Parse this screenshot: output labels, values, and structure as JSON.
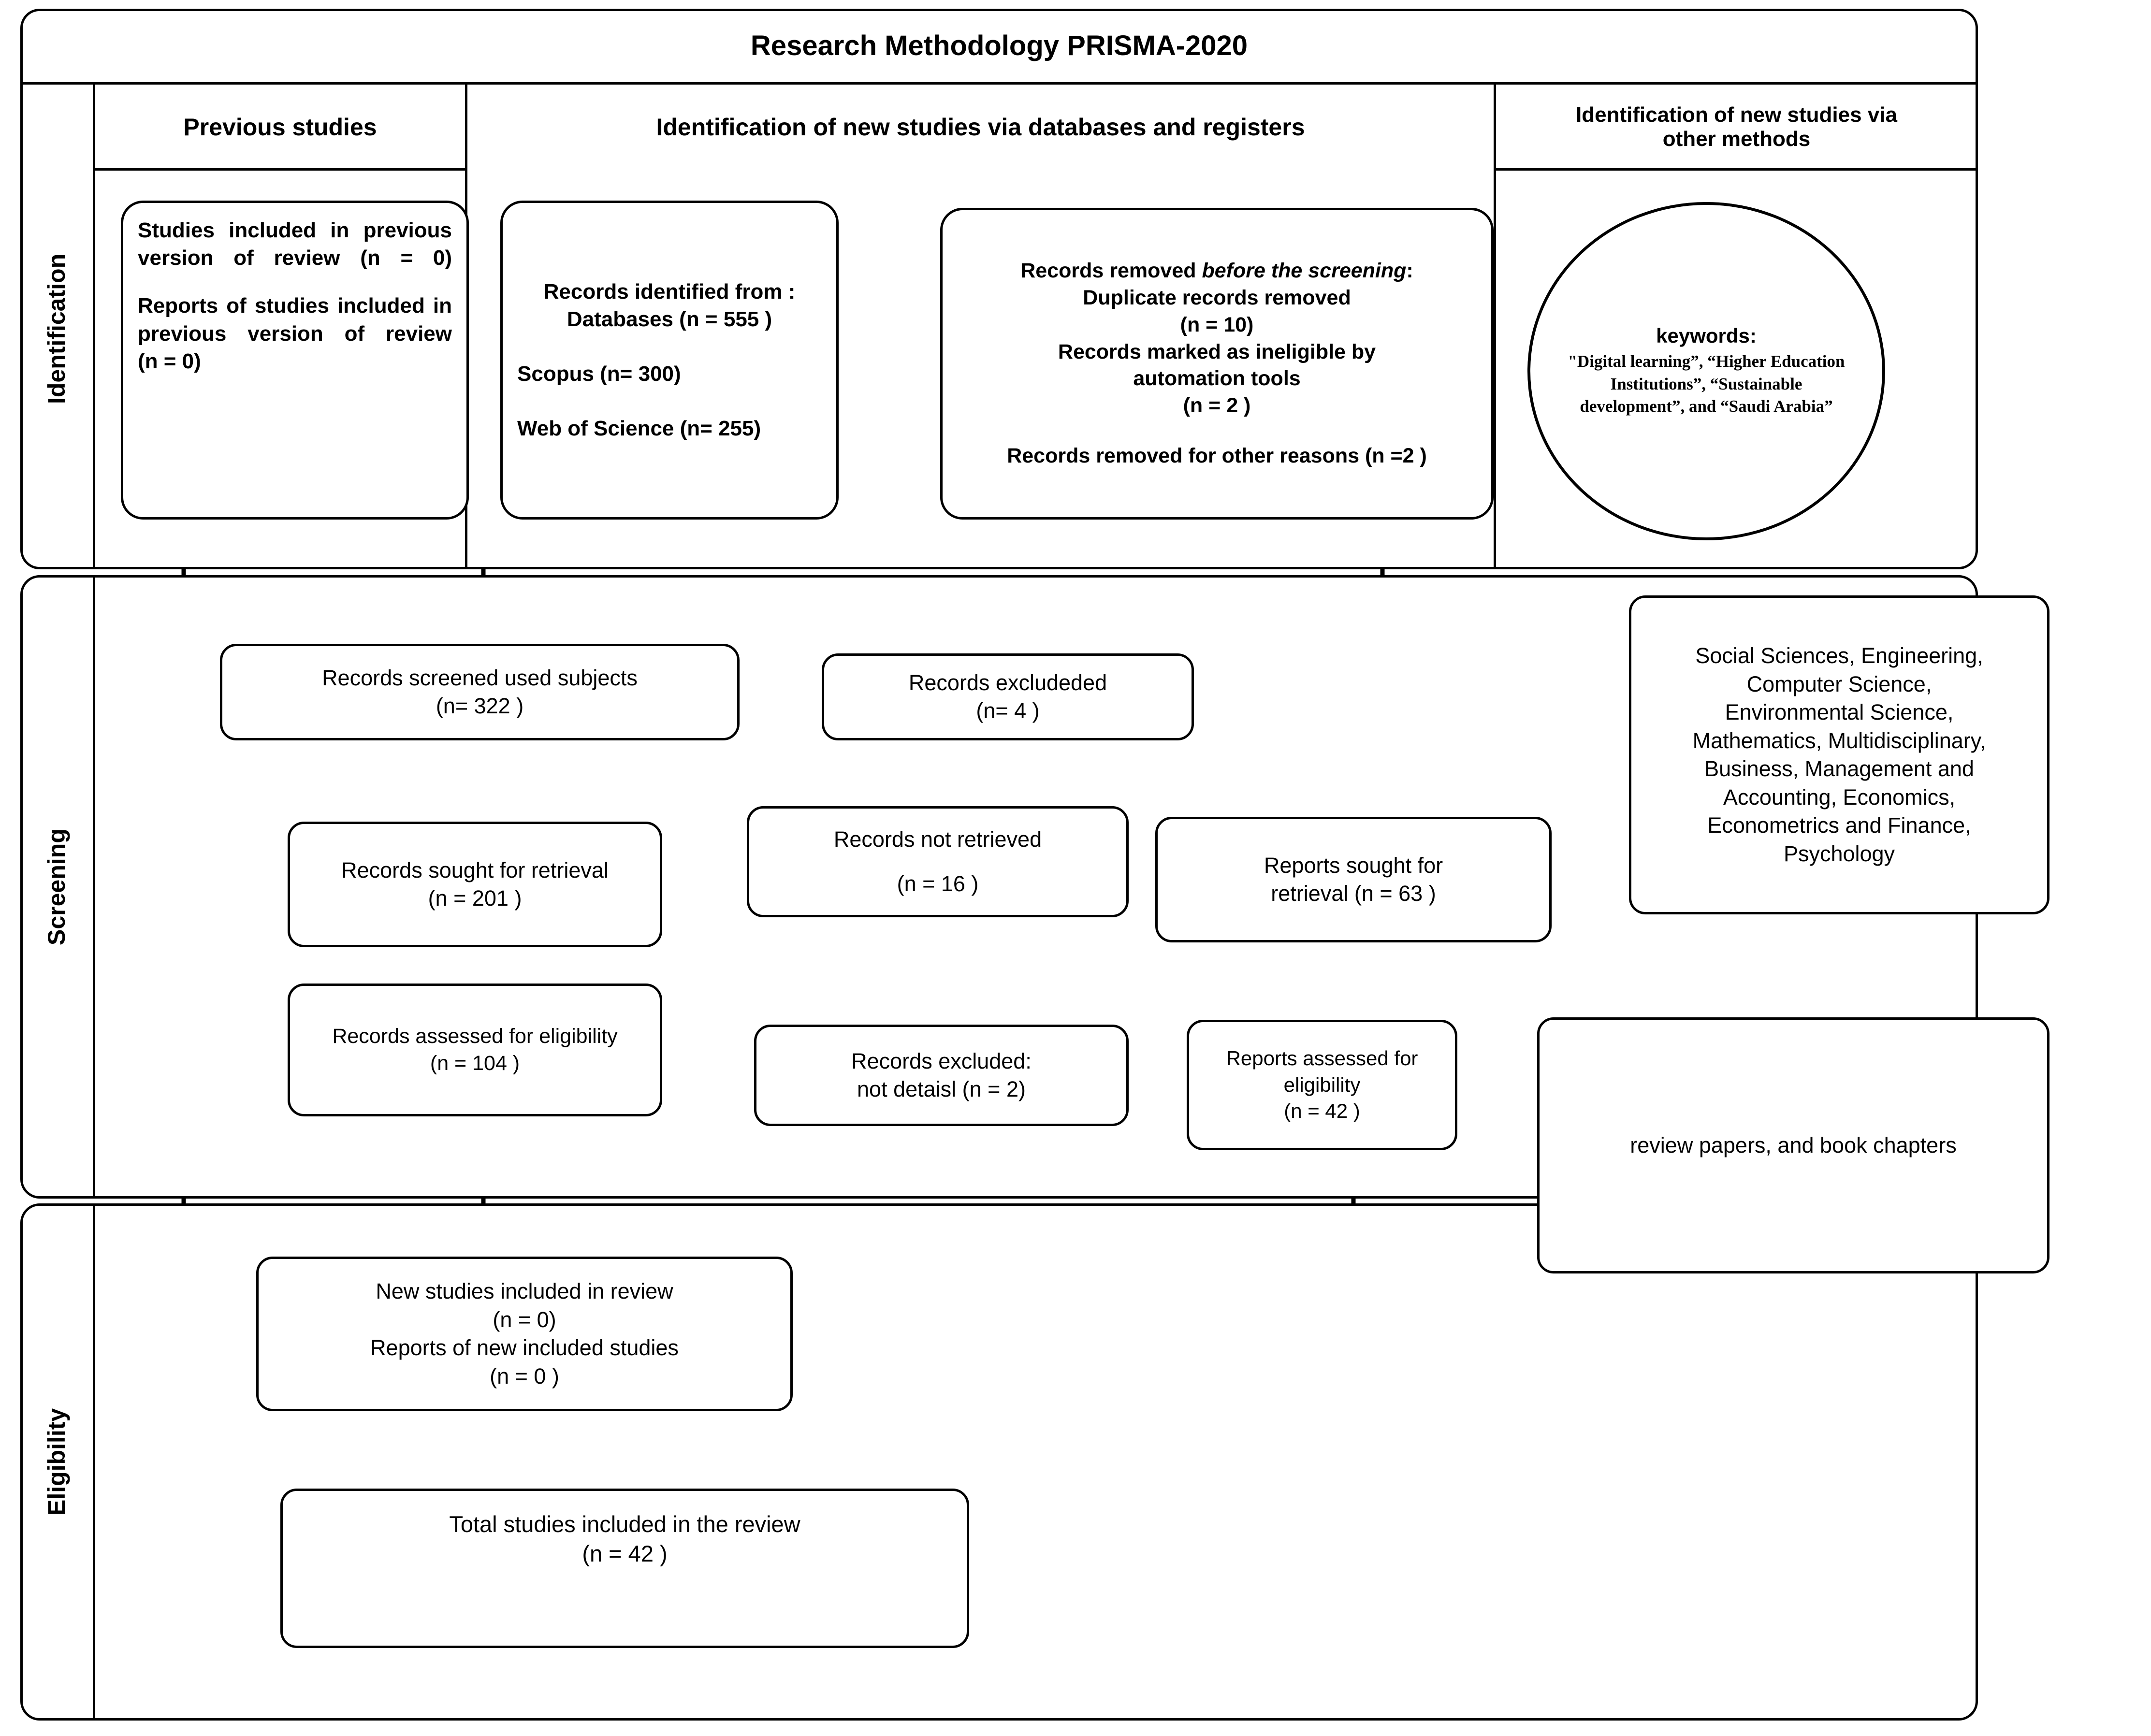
{
  "diagram": {
    "title": "Research Methodology PRISMA-2020",
    "phases": [
      {
        "label": "Identification"
      },
      {
        "label": "Screening"
      },
      {
        "label": "Eligibility"
      }
    ],
    "column_headers": {
      "previous": "Previous studies",
      "databases": "Identification of new studies via databases and registers",
      "other_methods": "Identification of new studies via\nother methods"
    },
    "boxes": {
      "previous_studies": {
        "line1": "Studies included in previous version of review (n = 0)",
        "line2": "Reports of studies included in previous version of review",
        "line3": "(n = 0)"
      },
      "records_identified": {
        "line1": "Records identified from :",
        "line2": "Databases (n = 555 )",
        "line3": "Scopus (n= 300)",
        "line4": "Web of Science (n= 255)"
      },
      "records_removed": {
        "line1a": "Records removed ",
        "line1b": "before the screening",
        "line1c": ":",
        "line2": "Duplicate records removed",
        "line3": "(n = 10)",
        "line4": "Records marked as ineligible by",
        "line5": "automation tools",
        "line6": "(n = 2 )",
        "line7": "Records removed for other reasons (n =2 )"
      },
      "keywords_circle": {
        "title": "keywords:",
        "body": "\"Digital learning”, “Higher Education Institutions”, “Sustainable development”, and “Saudi Arabia”"
      },
      "records_screened": {
        "line1": "Records screened used subjects",
        "line2": "(n= 322 )"
      },
      "records_excluded_1": {
        "line1": "Records excludeded",
        "line2": "(n= 4 )"
      },
      "records_sought": {
        "line1": "Records sought for retrieval",
        "line2": "(n = 201 )"
      },
      "records_not_retrieved": {
        "line1": "Records not retrieved",
        "line2": "(n = 16 )"
      },
      "records_assessed": {
        "line1": "Records assessed for eligibility",
        "line2": "(n = 104 )"
      },
      "records_excluded_2": {
        "line1": "Records excluded:",
        "line2": "not detaisl  (n = 2)"
      },
      "reports_sought": {
        "line1": "Reports sought for",
        "line2": "retrieval (n = 63 )"
      },
      "subject_areas": {
        "line1": "Social Sciences, Engineering,",
        "line2": "Computer Science,",
        "line3": "Environmental Science,",
        "line4": "Mathematics, Multidisciplinary,",
        "line5": "Business, Management and",
        "line6": "Accounting, Economics,",
        "line7": "Econometrics and Finance,",
        "line8": "Psychology"
      },
      "reports_assessed": {
        "line1": "Reports assessed for",
        "line2": "eligibility",
        "line3": "(n = 42 )"
      },
      "review_papers": {
        "line1": "review papers, and book chapters"
      },
      "new_studies_included": {
        "line1": "New studies included in review",
        "line2": "(n = 0)",
        "line3": "Reports of new included studies",
        "line4": "(n = 0 )"
      },
      "total_studies": {
        "line1": "Total studies included in the review",
        "line2": "(n = 42 )"
      }
    },
    "colors": {
      "stroke": "#000000",
      "fill": "#ffffff"
    }
  }
}
